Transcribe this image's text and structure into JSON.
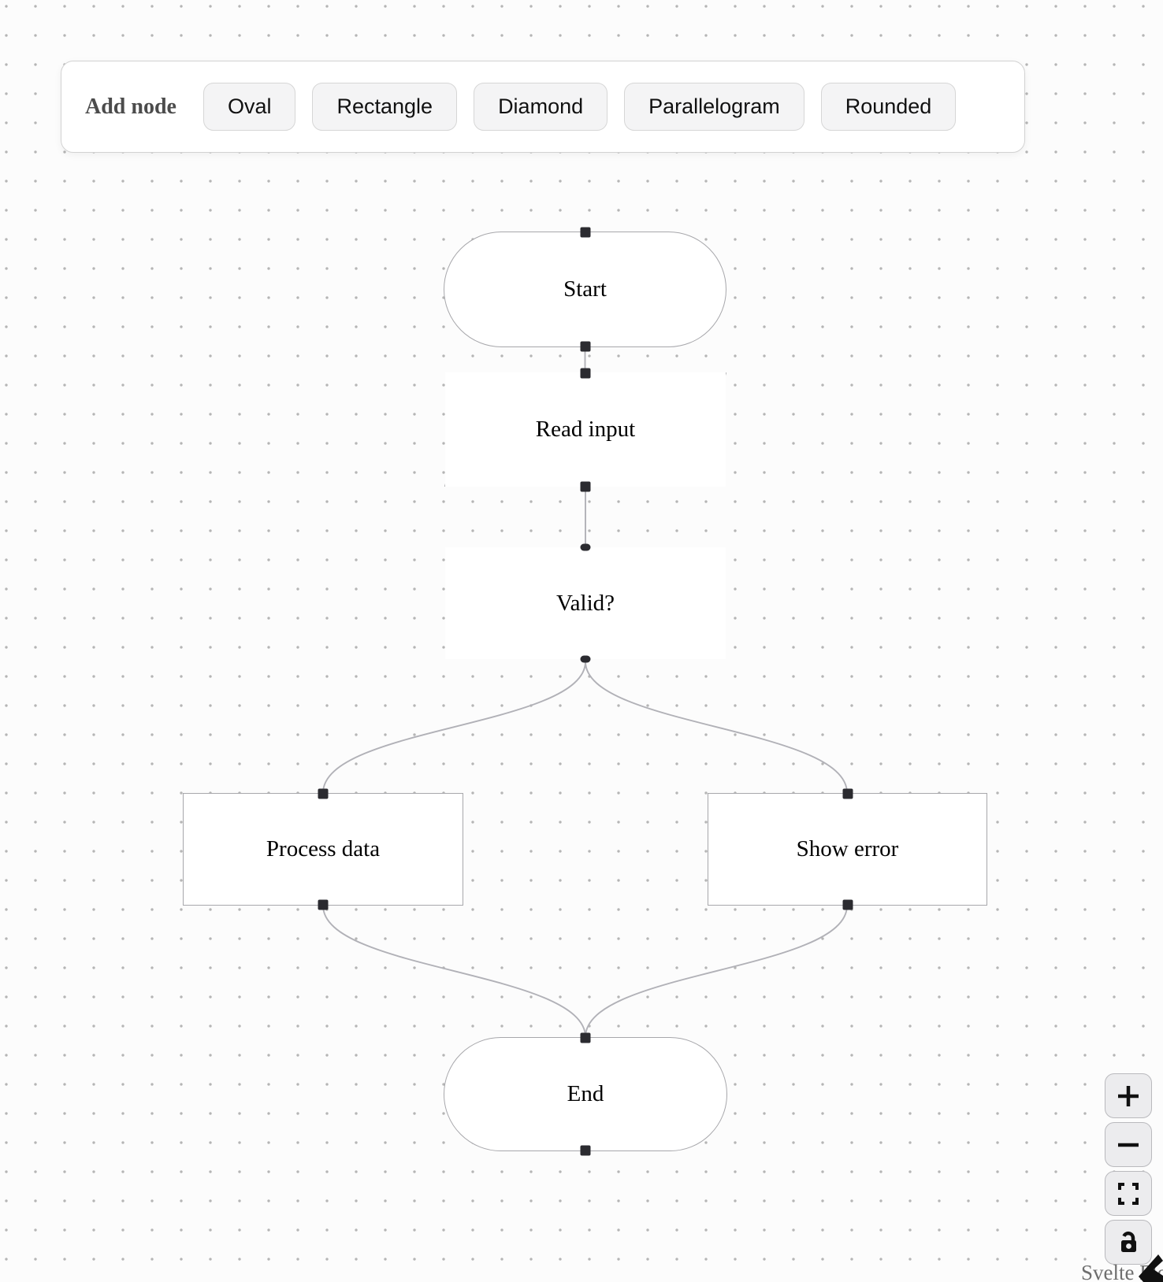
{
  "toolbar": {
    "label": "Add node",
    "buttons": [
      {
        "label": "Oval"
      },
      {
        "label": "Rectangle"
      },
      {
        "label": "Diamond"
      },
      {
        "label": "Parallelogram"
      },
      {
        "label": "Rounded"
      }
    ]
  },
  "nodes": [
    {
      "label": "Start",
      "shape": "oval"
    },
    {
      "label": "Read input",
      "shape": "parallelogram"
    },
    {
      "label": "Valid?",
      "shape": "diamond"
    },
    {
      "label": "Process data",
      "shape": "rectangle"
    },
    {
      "label": "Show error",
      "shape": "rectangle"
    },
    {
      "label": "End",
      "shape": "oval"
    }
  ],
  "controls": {
    "items": [
      {
        "name": "zoom-in",
        "icon": "plus-icon"
      },
      {
        "name": "zoom-out",
        "icon": "minus-icon"
      },
      {
        "name": "fit-view",
        "icon": "fit-view-icon"
      },
      {
        "name": "toggle-interactivity",
        "icon": "unlock-icon"
      }
    ]
  },
  "attribution": {
    "label": "Svelte Flow"
  },
  "colors": {
    "edge": "#b1b1b7",
    "node_border": "#a7a7ab",
    "handle": "#2b2b30",
    "grid_dot": "#b5b5b5",
    "button_bg": "#f4f4f5",
    "panel_bg": "#ffffff"
  }
}
